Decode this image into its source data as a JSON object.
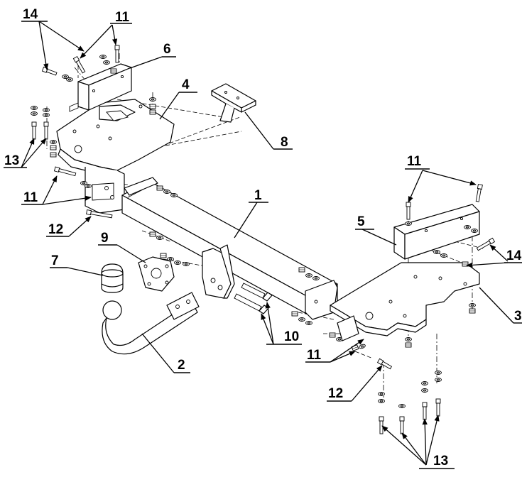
{
  "callouts": {
    "c1": "1",
    "c2": "2",
    "c3": "3",
    "c4": "4",
    "c5": "5",
    "c6": "6",
    "c7": "7",
    "c8": "8",
    "c9": "9",
    "c10": "10",
    "c11_top": "11",
    "c11_left": "11",
    "c11_right": "11",
    "c11_bottom": "11",
    "c12_left": "12",
    "c12_bottom": "12",
    "c13_left": "13",
    "c13_bottom": "13",
    "c14_top": "14",
    "c14_right": "14"
  }
}
